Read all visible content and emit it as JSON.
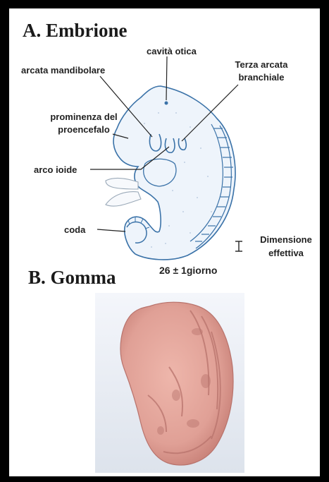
{
  "section_a": {
    "title": "A. Embrione",
    "labels": {
      "otic_cavity": "cavità otica",
      "mandibular_arch": "arcata mandibolare",
      "third_arch_line1": "Terza arcata",
      "third_arch_line2": "branchiale",
      "prosencephalon_line1": "prominenza del",
      "prosencephalon_line2": "proencefalo",
      "hyoid_arch": "arco ioide",
      "tail": "coda",
      "actual_size_line1": "Dimensione",
      "actual_size_line2": "effettiva"
    },
    "age": "26 ± 1giorno"
  },
  "section_b": {
    "title": "B. Gomma"
  },
  "colors": {
    "embryo_fill": "#eef4fb",
    "embryo_outline": "#3a72a8",
    "gum": "#e3a59a",
    "gum_shadow": "#b8736c",
    "photo_bg": "#e6eaf1"
  }
}
